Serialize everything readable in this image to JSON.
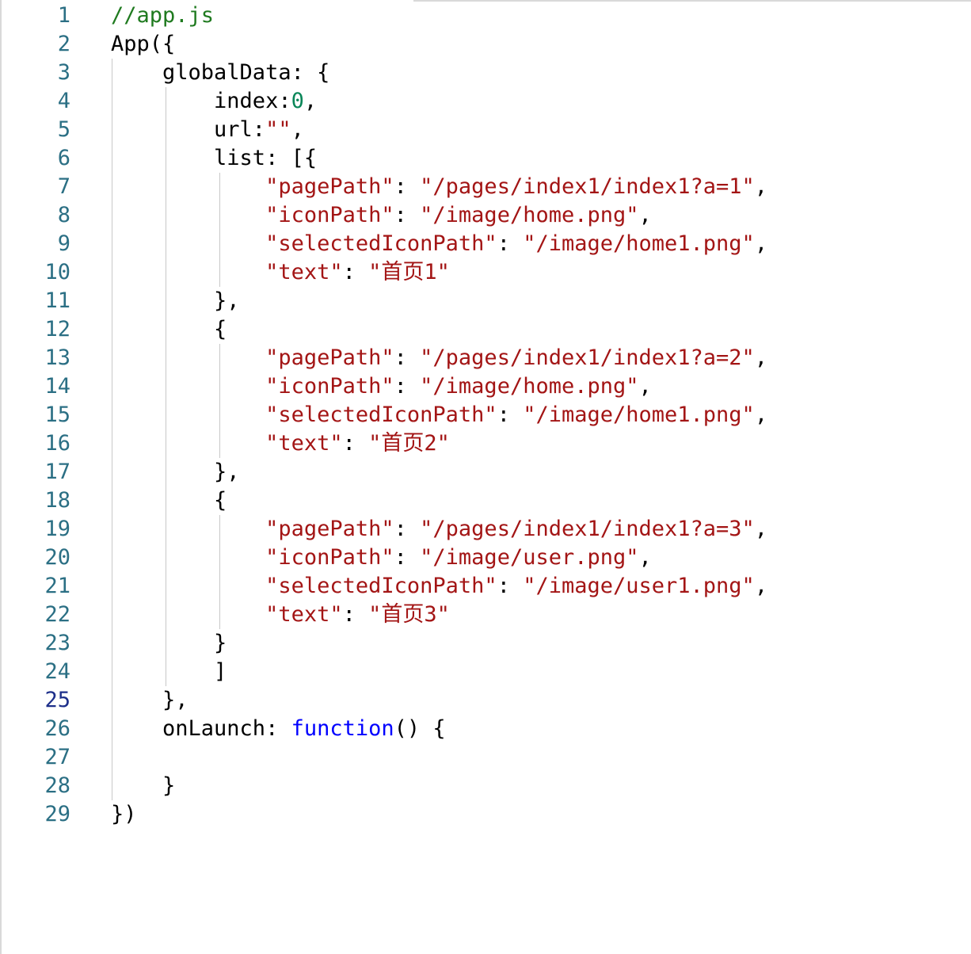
{
  "editor": {
    "lines": [
      {
        "num": "1",
        "tokens": [
          {
            "t": "//app.js",
            "c": "comment"
          }
        ]
      },
      {
        "num": "2",
        "tokens": [
          {
            "t": "App({",
            "c": "plain"
          }
        ]
      },
      {
        "num": "3",
        "tokens": [
          {
            "t": "    globalData: {",
            "c": "plain"
          }
        ]
      },
      {
        "num": "4",
        "tokens": [
          {
            "t": "        index:",
            "c": "plain"
          },
          {
            "t": "0",
            "c": "number"
          },
          {
            "t": ",",
            "c": "plain"
          }
        ]
      },
      {
        "num": "5",
        "tokens": [
          {
            "t": "        url:",
            "c": "plain"
          },
          {
            "t": "\"\"",
            "c": "string"
          },
          {
            "t": ",",
            "c": "plain"
          }
        ]
      },
      {
        "num": "6",
        "tokens": [
          {
            "t": "        list: [{",
            "c": "plain"
          }
        ]
      },
      {
        "num": "7",
        "tokens": [
          {
            "t": "            ",
            "c": "plain"
          },
          {
            "t": "\"pagePath\"",
            "c": "string"
          },
          {
            "t": ": ",
            "c": "plain"
          },
          {
            "t": "\"/pages/index1/index1?a=1\"",
            "c": "string"
          },
          {
            "t": ",",
            "c": "plain"
          }
        ]
      },
      {
        "num": "8",
        "tokens": [
          {
            "t": "            ",
            "c": "plain"
          },
          {
            "t": "\"iconPath\"",
            "c": "string"
          },
          {
            "t": ": ",
            "c": "plain"
          },
          {
            "t": "\"/image/home.png\"",
            "c": "string"
          },
          {
            "t": ",",
            "c": "plain"
          }
        ]
      },
      {
        "num": "9",
        "tokens": [
          {
            "t": "            ",
            "c": "plain"
          },
          {
            "t": "\"selectedIconPath\"",
            "c": "string"
          },
          {
            "t": ": ",
            "c": "plain"
          },
          {
            "t": "\"/image/home1.png\"",
            "c": "string"
          },
          {
            "t": ",",
            "c": "plain"
          }
        ]
      },
      {
        "num": "10",
        "tokens": [
          {
            "t": "            ",
            "c": "plain"
          },
          {
            "t": "\"text\"",
            "c": "string"
          },
          {
            "t": ": ",
            "c": "plain"
          },
          {
            "t": "\"首页1\"",
            "c": "string"
          }
        ]
      },
      {
        "num": "11",
        "tokens": [
          {
            "t": "        },",
            "c": "plain"
          }
        ]
      },
      {
        "num": "12",
        "tokens": [
          {
            "t": "        {",
            "c": "plain"
          }
        ]
      },
      {
        "num": "13",
        "tokens": [
          {
            "t": "            ",
            "c": "plain"
          },
          {
            "t": "\"pagePath\"",
            "c": "string"
          },
          {
            "t": ": ",
            "c": "plain"
          },
          {
            "t": "\"/pages/index1/index1?a=2\"",
            "c": "string"
          },
          {
            "t": ",",
            "c": "plain"
          }
        ]
      },
      {
        "num": "14",
        "tokens": [
          {
            "t": "            ",
            "c": "plain"
          },
          {
            "t": "\"iconPath\"",
            "c": "string"
          },
          {
            "t": ": ",
            "c": "plain"
          },
          {
            "t": "\"/image/home.png\"",
            "c": "string"
          },
          {
            "t": ",",
            "c": "plain"
          }
        ]
      },
      {
        "num": "15",
        "tokens": [
          {
            "t": "            ",
            "c": "plain"
          },
          {
            "t": "\"selectedIconPath\"",
            "c": "string"
          },
          {
            "t": ": ",
            "c": "plain"
          },
          {
            "t": "\"/image/home1.png\"",
            "c": "string"
          },
          {
            "t": ",",
            "c": "plain"
          }
        ]
      },
      {
        "num": "16",
        "tokens": [
          {
            "t": "            ",
            "c": "plain"
          },
          {
            "t": "\"text\"",
            "c": "string"
          },
          {
            "t": ": ",
            "c": "plain"
          },
          {
            "t": "\"首页2\"",
            "c": "string"
          }
        ]
      },
      {
        "num": "17",
        "tokens": [
          {
            "t": "        },",
            "c": "plain"
          }
        ]
      },
      {
        "num": "18",
        "tokens": [
          {
            "t": "        {",
            "c": "plain"
          }
        ]
      },
      {
        "num": "19",
        "tokens": [
          {
            "t": "            ",
            "c": "plain"
          },
          {
            "t": "\"pagePath\"",
            "c": "string"
          },
          {
            "t": ": ",
            "c": "plain"
          },
          {
            "t": "\"/pages/index1/index1?a=3\"",
            "c": "string"
          },
          {
            "t": ",",
            "c": "plain"
          }
        ]
      },
      {
        "num": "20",
        "tokens": [
          {
            "t": "            ",
            "c": "plain"
          },
          {
            "t": "\"iconPath\"",
            "c": "string"
          },
          {
            "t": ": ",
            "c": "plain"
          },
          {
            "t": "\"/image/user.png\"",
            "c": "string"
          },
          {
            "t": ",",
            "c": "plain"
          }
        ]
      },
      {
        "num": "21",
        "tokens": [
          {
            "t": "            ",
            "c": "plain"
          },
          {
            "t": "\"selectedIconPath\"",
            "c": "string"
          },
          {
            "t": ": ",
            "c": "plain"
          },
          {
            "t": "\"/image/user1.png\"",
            "c": "string"
          },
          {
            "t": ",",
            "c": "plain"
          }
        ]
      },
      {
        "num": "22",
        "tokens": [
          {
            "t": "            ",
            "c": "plain"
          },
          {
            "t": "\"text\"",
            "c": "string"
          },
          {
            "t": ": ",
            "c": "plain"
          },
          {
            "t": "\"首页3\"",
            "c": "string"
          }
        ]
      },
      {
        "num": "23",
        "tokens": [
          {
            "t": "        }",
            "c": "plain"
          }
        ]
      },
      {
        "num": "24",
        "tokens": [
          {
            "t": "        ]",
            "c": "plain"
          }
        ]
      },
      {
        "num": "25",
        "tokens": [
          {
            "t": "    },",
            "c": "plain"
          }
        ]
      },
      {
        "num": "26",
        "tokens": [
          {
            "t": "    onLaunch: ",
            "c": "plain"
          },
          {
            "t": "function",
            "c": "keyword"
          },
          {
            "t": "() {",
            "c": "plain"
          }
        ]
      },
      {
        "num": "27",
        "tokens": [
          {
            "t": "",
            "c": "plain"
          }
        ]
      },
      {
        "num": "28",
        "tokens": [
          {
            "t": "    }",
            "c": "plain"
          }
        ]
      },
      {
        "num": "29",
        "tokens": [
          {
            "t": "})",
            "c": "plain"
          }
        ]
      }
    ],
    "active_line": "25",
    "colors": {
      "comment": "#1f7a1f",
      "string": "#a31515",
      "number": "#098658",
      "keyword": "#0000ff",
      "plain": "#000000",
      "line_number": "#2b6f84",
      "active_line_number": "#1d2f8a"
    }
  }
}
